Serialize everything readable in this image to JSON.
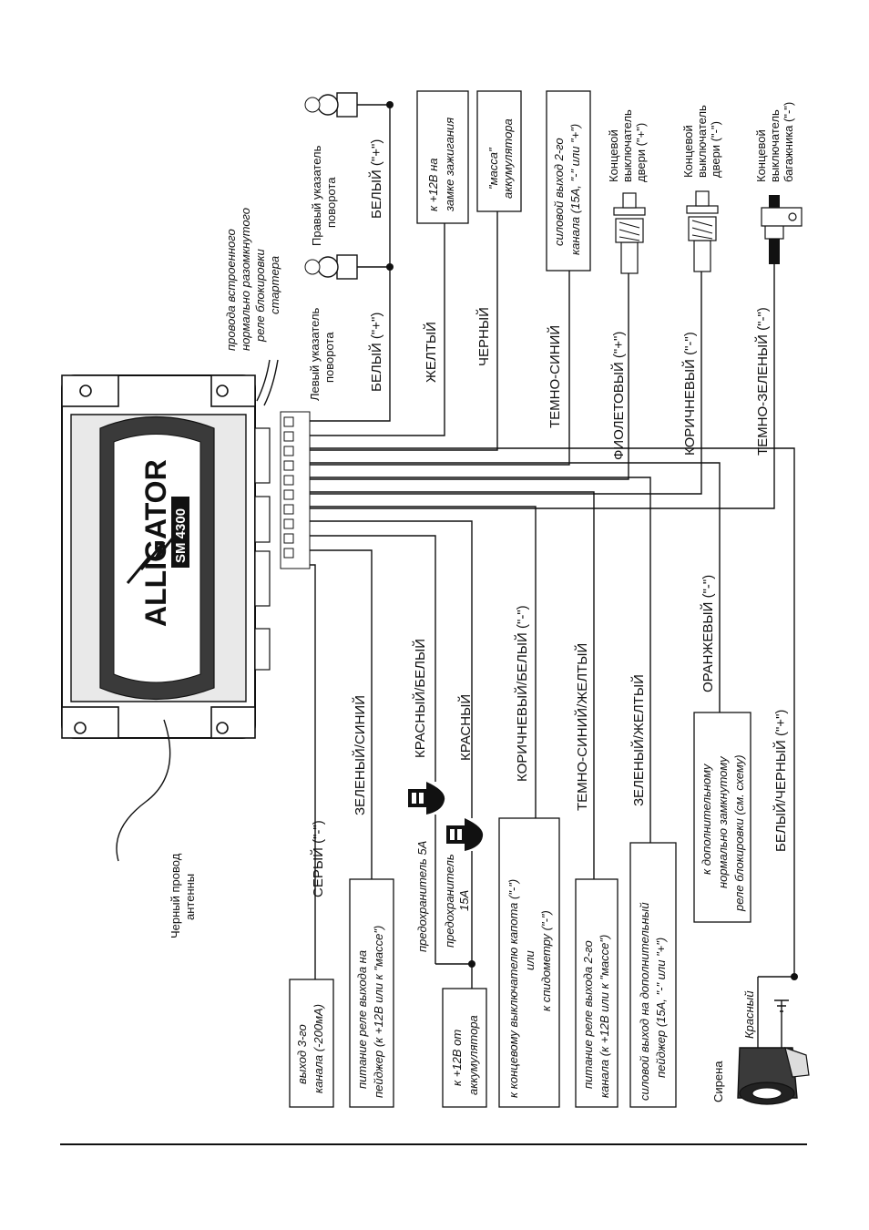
{
  "unit": {
    "brand": "ALLIGATOR",
    "model": "SM 4300"
  },
  "antenna": [
    "Черный провод",
    "антенны"
  ],
  "relay_note": [
    "провода встроенного",
    "нормально разомкнутого",
    "реле блокировки",
    "стартера"
  ],
  "top_wires": {
    "white_1": "БЕЛЫЙ (\"+\")",
    "white_2": "БЕЛЫЙ (\"+\")",
    "left_indicator": [
      "Левый указатель",
      "поворота"
    ],
    "right_indicator": [
      "Правый указатель",
      "поворота"
    ],
    "yellow": "ЖЕЛТЫЙ",
    "yellow_box": [
      "к +12В на",
      "замке зажигания"
    ],
    "black": "ЧЕРНЫЙ",
    "black_box": [
      "\"масса\"",
      "аккумулятора"
    ],
    "dark_blue": "ТЕМНО-СИНИЙ",
    "dark_blue_box": [
      "силовой выход 2-го",
      "канала (15А, \"-\" или \"+\")"
    ],
    "violet": "ФИОЛЕТОВЫЙ (\"+\")",
    "door_plus": [
      "Концевой",
      "выключатель",
      "двери (\"+\")"
    ],
    "brown": "КОРИЧНЕВЫЙ (\"-\")",
    "door_minus": [
      "Концевой",
      "выключатель",
      "двери (\"-\")"
    ],
    "dark_green": "ТЕМНО-ЗЕЛЕНЫЙ (\"-\")",
    "trunk": [
      "Концевой",
      "выключатель",
      "багажника (\"-\")"
    ]
  },
  "bottom_wires": {
    "grey": "СЕРЫЙ (\"-\")",
    "grey_box": [
      "выход 3-го",
      "канала (-200мА)"
    ],
    "green_blue": "ЗЕЛЕНЫЙ/СИНИЙ",
    "green_blue_box": [
      "питание реле выхода на",
      "пейджер (к +12В или к \"массе\")"
    ],
    "red_white": "КРАСНЫЙ/БЕЛЫЙ",
    "fuse_5a": "предохранитель 5А",
    "red": "КРАСНЫЙ",
    "fuse_15a": [
      "предохранитель",
      "15А"
    ],
    "red_box": [
      "к +12В от",
      "аккумулятора"
    ],
    "brown_white": "КОРИЧНЕВЫЙ/БЕЛЫЙ (\"-\")",
    "brown_white_box": [
      "к концевому выключателю капота (\"-\")",
      "или",
      "к спидометру (\"-\")"
    ],
    "dblue_yellow": "ТЕМНО-СИНИЙ/ЖЕЛТЫЙ",
    "dblue_yellow_box": [
      "питание реле выхода 2-го",
      "канала (к +12В или к \"массе\")"
    ],
    "green_yellow": "ЗЕЛЕНЫЙ/ЖЕЛТЫЙ",
    "green_yellow_box": [
      "силовой выход на дополнительный",
      "пейджер (15А, \"-\" или \"+\")"
    ],
    "orange": "ОРАНЖЕВЫЙ (\"-\")",
    "orange_box": [
      "к дополнительному",
      "нормально замкнутому",
      "реле блокировки (см. схему)"
    ],
    "white_black": "БЕЛЫЙ/ЧЕРНЫЙ (\"+\")",
    "siren": "Сирена",
    "siren_red": "Красный"
  }
}
